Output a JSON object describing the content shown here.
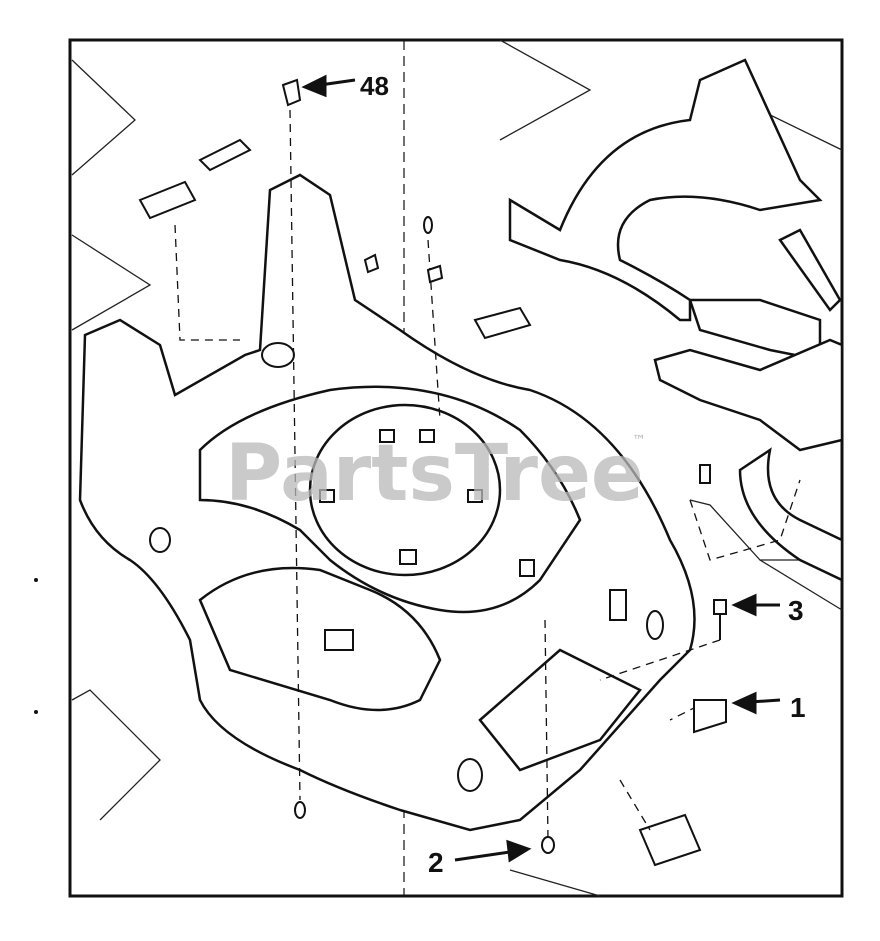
{
  "callouts": [
    {
      "id": "c48",
      "label": "48"
    },
    {
      "id": "c3",
      "label": "3"
    },
    {
      "id": "c1",
      "label": "1"
    },
    {
      "id": "c2",
      "label": "2"
    }
  ],
  "watermark": {
    "text": "PartsTree",
    "trademark": "™"
  },
  "colors": {
    "ink": "#111111",
    "paper": "#ffffff",
    "watermark": "#b9b9b9"
  }
}
